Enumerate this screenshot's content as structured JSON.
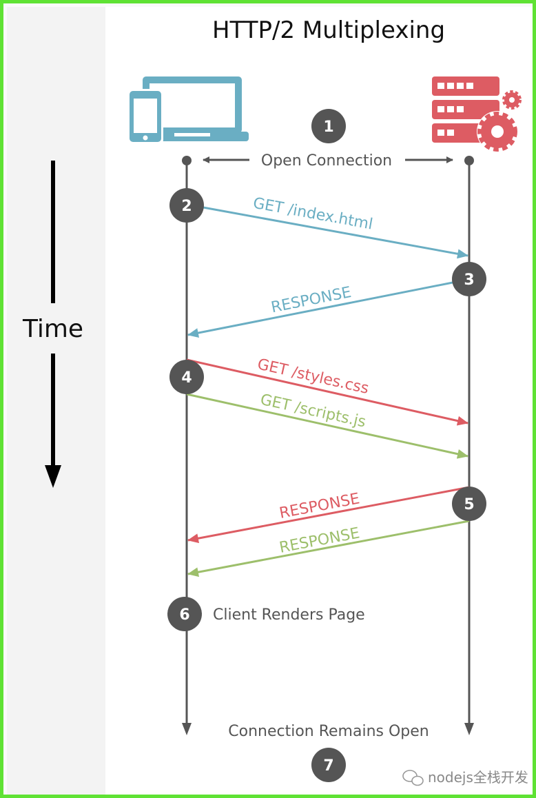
{
  "title": "HTTP/2 Multiplexing",
  "time_label": "Time",
  "steps": {
    "s1": "1",
    "s2": "2",
    "s3": "3",
    "s4": "4",
    "s5": "5",
    "s6": "6",
    "s7": "7"
  },
  "messages": {
    "open_connection": "Open Connection",
    "get_index": "GET /index.html",
    "response_index": "RESPONSE",
    "get_styles": "GET /styles.css",
    "get_scripts": "GET /scripts.js",
    "response_styles": "RESPONSE",
    "response_scripts": "RESPONSE",
    "client_renders": "Client Renders Page",
    "connection_open": "Connection Remains Open"
  },
  "watermark": "nodejs全栈开发",
  "icons": {
    "client": "devices-icon",
    "server": "server-gears-icon",
    "watermark": "wechat-icon"
  },
  "colors": {
    "blue": "#6aaec3",
    "red": "#dd5c63",
    "green": "#9dbf6b",
    "gray": "#555555",
    "frame": "#5fe234"
  }
}
